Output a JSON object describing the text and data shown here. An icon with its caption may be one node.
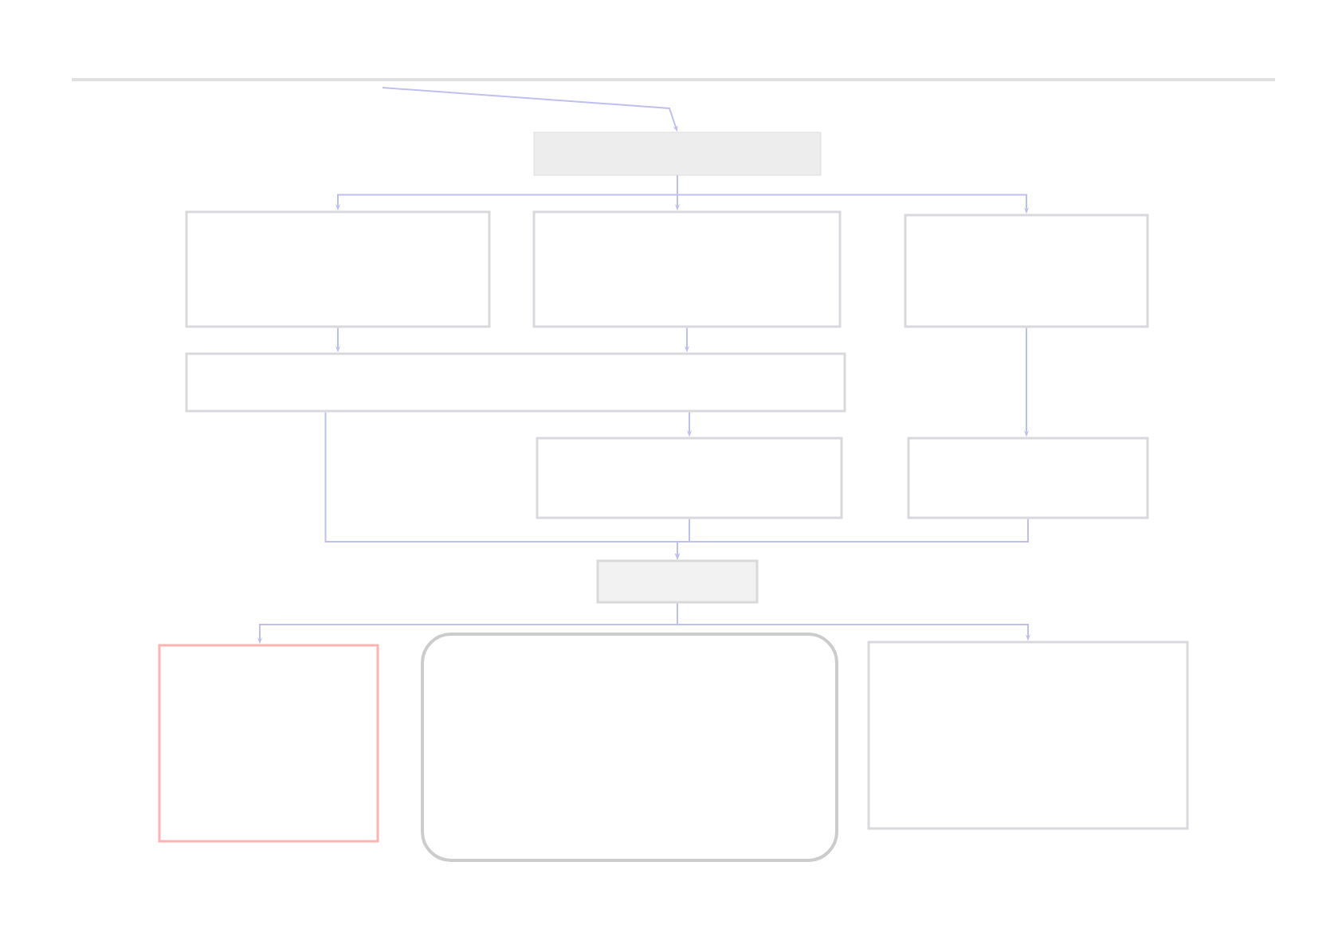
{
  "diagram": {
    "nodes": [
      {
        "text": [],
        "shape": "box"
      },
      {
        "text": [],
        "shape": "box"
      },
      {
        "text": [],
        "shape": "box"
      },
      {
        "text": [],
        "shape": "box"
      },
      {
        "text": [],
        "shape": "box"
      },
      {
        "text": [],
        "shape": "box"
      },
      {
        "text": [],
        "shape": "box"
      },
      {
        "text": [],
        "shape": "box"
      },
      {
        "text": [],
        "shape": "box"
      },
      {
        "text": [],
        "shape": "box"
      },
      {
        "text": [],
        "shape": "box"
      }
    ],
    "edges": [
      {
        "from": null,
        "to": 0,
        "arrow": "to"
      },
      {
        "from": 0,
        "to": 1,
        "arrow": "to"
      },
      {
        "from": 0,
        "to": 2,
        "arrow": "to"
      },
      {
        "from": 0,
        "to": 3,
        "arrow": "to"
      },
      {
        "from": 1,
        "to": 4,
        "arrow": "to"
      },
      {
        "from": 2,
        "to": 4,
        "arrow": "to"
      },
      {
        "from": 4,
        "to": 5,
        "arrow": "to"
      },
      {
        "from": 3,
        "to": 6,
        "arrow": "to"
      },
      {
        "from": 4,
        "to": 7,
        "arrow": "to"
      },
      {
        "from": 5,
        "to": 7,
        "arrow": "to"
      },
      {
        "from": 6,
        "to": 7,
        "arrow": "to"
      },
      {
        "from": 7,
        "to": 8,
        "arrow": "to"
      },
      {
        "from": 7,
        "to": 10,
        "arrow": "to"
      }
    ]
  }
}
